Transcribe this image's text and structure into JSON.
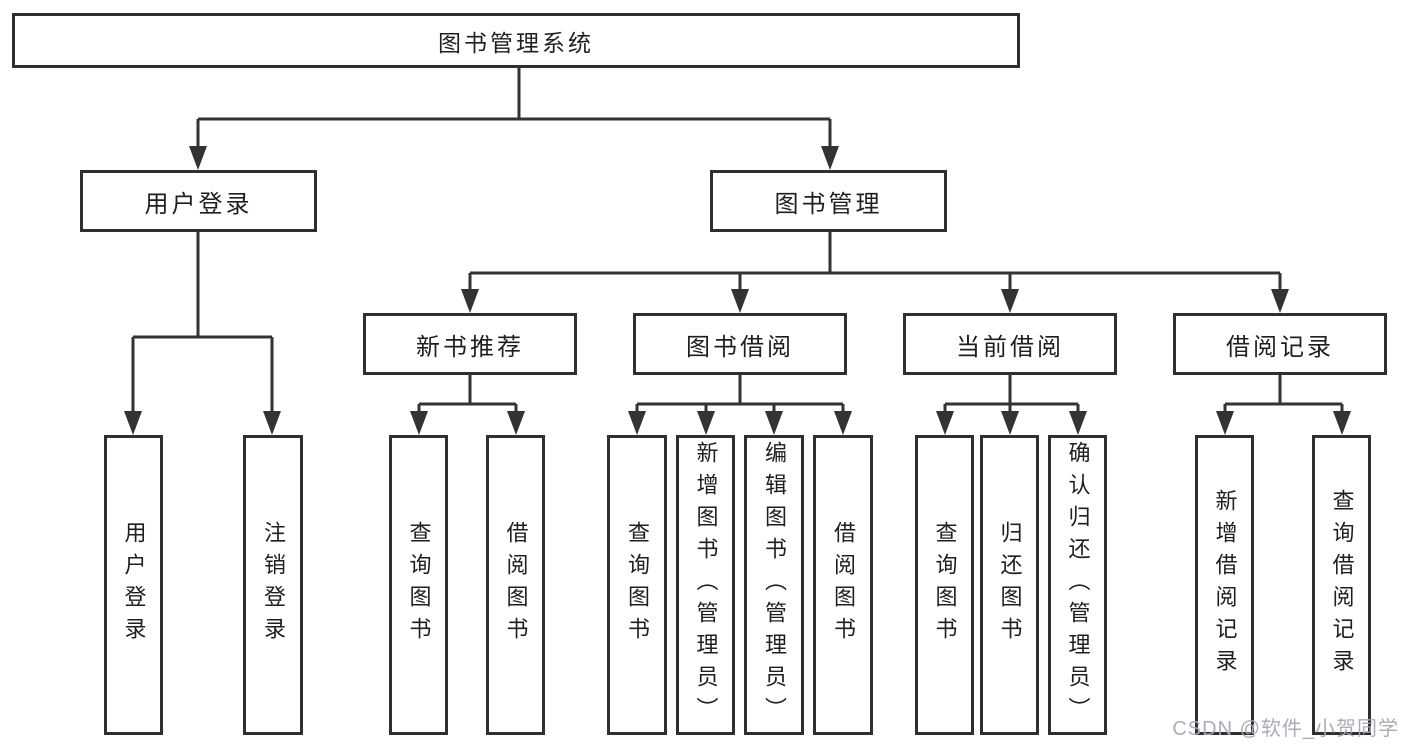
{
  "diagram": {
    "root": {
      "label": "图书管理系统",
      "children": [
        {
          "label": "用户登录",
          "children": [
            {
              "label": "用户登录"
            },
            {
              "label": "注销登录"
            }
          ]
        },
        {
          "label": "图书管理",
          "children": [
            {
              "label": "新书推荐",
              "children": [
                {
                  "label": "查询图书"
                },
                {
                  "label": "借阅图书"
                }
              ]
            },
            {
              "label": "图书借阅",
              "children": [
                {
                  "label": "查询图书"
                },
                {
                  "label": "新增图书（管理员）"
                },
                {
                  "label": "编辑图书（管理员）"
                },
                {
                  "label": "借阅图书"
                }
              ]
            },
            {
              "label": "当前借阅",
              "children": [
                {
                  "label": "查询图书"
                },
                {
                  "label": "归还图书"
                },
                {
                  "label": "确认归还（管理员）"
                }
              ]
            },
            {
              "label": "借阅记录",
              "children": [
                {
                  "label": "新增借阅记录"
                },
                {
                  "label": "查询借阅记录"
                }
              ]
            }
          ]
        }
      ]
    },
    "colors": {
      "line": "#333333",
      "box_border": "#2f2f2f",
      "box_fill": "#ffffff",
      "text": "#1f1f1f",
      "watermark": "#a6a8b2",
      "background": "#ffffff"
    },
    "watermark": "CSDN @软件_小贺同学"
  }
}
